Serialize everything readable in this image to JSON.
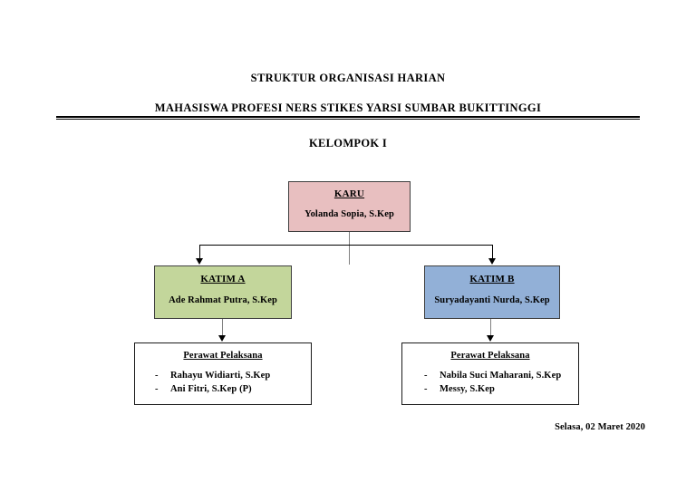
{
  "document": {
    "title_line_1": "STRUKTUR ORGANISASI HARIAN",
    "title_line_2": "MAHASISWA PROFESI NERS STIKES YARSI SUMBAR BUKITTINGGI",
    "subtitle": "KELOMPOK I",
    "date": "Selasa, 02 Maret 2020"
  },
  "colors": {
    "karu_fill": "#e8bfc0",
    "katim_a_fill": "#c3d69b",
    "katim_b_fill": "#92b0d7",
    "staff_fill": "#ffffff",
    "border": "#3f3f3f",
    "connector": "#808080",
    "arrow": "#000000",
    "text": "#000000"
  },
  "chart_data": {
    "type": "diagram",
    "diagram_kind": "organizational-chart",
    "title": "STRUKTUR ORGANISASI HARIAN",
    "nodes": [
      {
        "id": "karu",
        "role": "KARU",
        "name": "Yolanda Sopia, S.Kep",
        "fill": "#e8bfc0",
        "level": 0
      },
      {
        "id": "katim_a",
        "role": "KATIM A",
        "name": "Ade Rahmat Putra, S.Kep",
        "fill": "#c3d69b",
        "level": 1
      },
      {
        "id": "katim_b",
        "role": "KATIM B",
        "name": "Suryadayanti Nurda, S.Kep",
        "fill": "#92b0d7",
        "level": 1
      },
      {
        "id": "staff_a",
        "role": "Perawat Pelaksana",
        "members": [
          "Rahayu Widiarti, S.Kep",
          "Ani Fitri, S.Kep (P)"
        ],
        "fill": "#ffffff",
        "level": 2
      },
      {
        "id": "staff_b",
        "role": "Perawat Pelaksana",
        "members": [
          "Nabila Suci Maharani, S.Kep",
          "Messy, S.Kep"
        ],
        "fill": "#ffffff",
        "level": 2
      }
    ],
    "edges": [
      {
        "from": "karu",
        "to": "katim_a"
      },
      {
        "from": "karu",
        "to": "katim_b"
      },
      {
        "from": "katim_a",
        "to": "staff_a"
      },
      {
        "from": "katim_b",
        "to": "staff_b"
      }
    ]
  },
  "karu": {
    "role": "KARU",
    "name": "Yolanda Sopia, S.Kep"
  },
  "katim_a": {
    "role": "KATIM A",
    "name": "Ade Rahmat Putra, S.Kep"
  },
  "katim_b": {
    "role": "KATIM B",
    "name": "Suryadayanti Nurda, S.Kep"
  },
  "staff_a": {
    "heading": "Perawat Pelaksana",
    "bullet": "-",
    "members": [
      "Rahayu Widiarti, S.Kep",
      "Ani Fitri, S.Kep (P)"
    ]
  },
  "staff_b": {
    "heading": "Perawat Pelaksana",
    "bullet": "-",
    "members": [
      "Nabila Suci Maharani, S.Kep",
      "Messy, S.Kep"
    ]
  }
}
